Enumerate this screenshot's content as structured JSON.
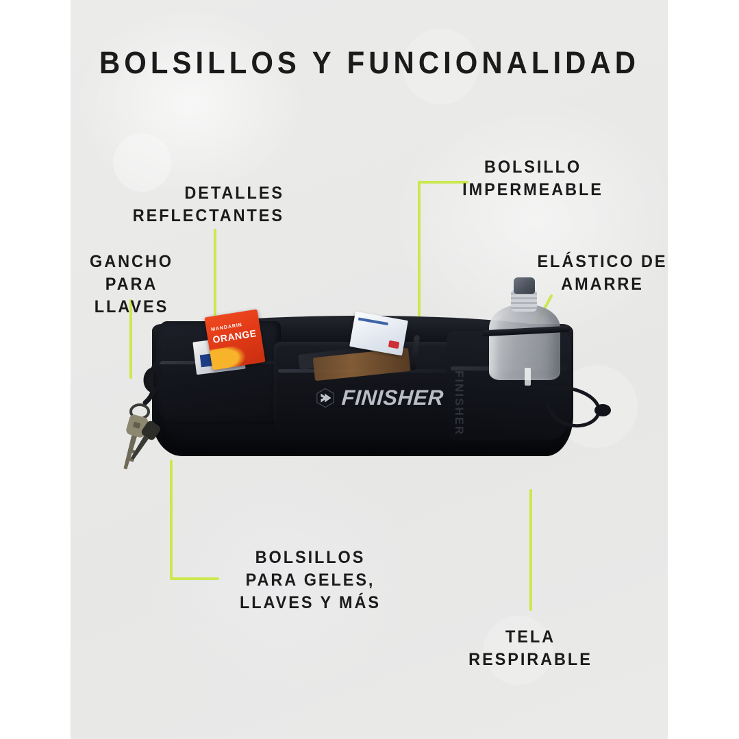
{
  "page": {
    "title": "BOLSILLOS Y FUNCIONALIDAD",
    "background_color": "#ffffff",
    "photo_background_color": "#e9e9e8",
    "accent_color": "#cbe84e",
    "text_color": "#1b1b1b"
  },
  "callouts": [
    {
      "id": "gancho-para-llaves",
      "text": "GANCHO PARA\nLLAVES",
      "align": "center"
    },
    {
      "id": "detalles-reflectantes",
      "text": "DETALLES\nREFLECTANTES",
      "align": "right"
    },
    {
      "id": "bolsillo-impermeable",
      "text": "BOLSILLO\nIMPERMEABLE",
      "align": "center"
    },
    {
      "id": "elastico-de-amarre",
      "text": "ELÁSTICO DE\nAMARRE",
      "align": "center"
    },
    {
      "id": "bolsillos-para-geles",
      "text": "BOLSILLOS\nPARA GELES,\nLLAVES Y MÁS",
      "align": "center"
    },
    {
      "id": "tela-respirable",
      "text": "TELA\nRESPIRABLE",
      "align": "center"
    }
  ],
  "product": {
    "brand": "FINISHER",
    "brand_mark": "chevron-hex-icon",
    "sleeve_print": "FINISHER",
    "type": "running-waist-belt",
    "color": "#0f1117",
    "contents": {
      "gel_packet": {
        "line1": "MANDARIN",
        "line2": "ORANGE",
        "color": "#e23a17"
      },
      "bottle": {
        "name": "soft-flask",
        "color": "#b8bbc1"
      },
      "keys": {
        "name": "keys-on-carabiner",
        "color": "#8a8468"
      },
      "cord_loop": {
        "name": "elastic-cord-toggle",
        "color": "#14161c"
      }
    }
  }
}
